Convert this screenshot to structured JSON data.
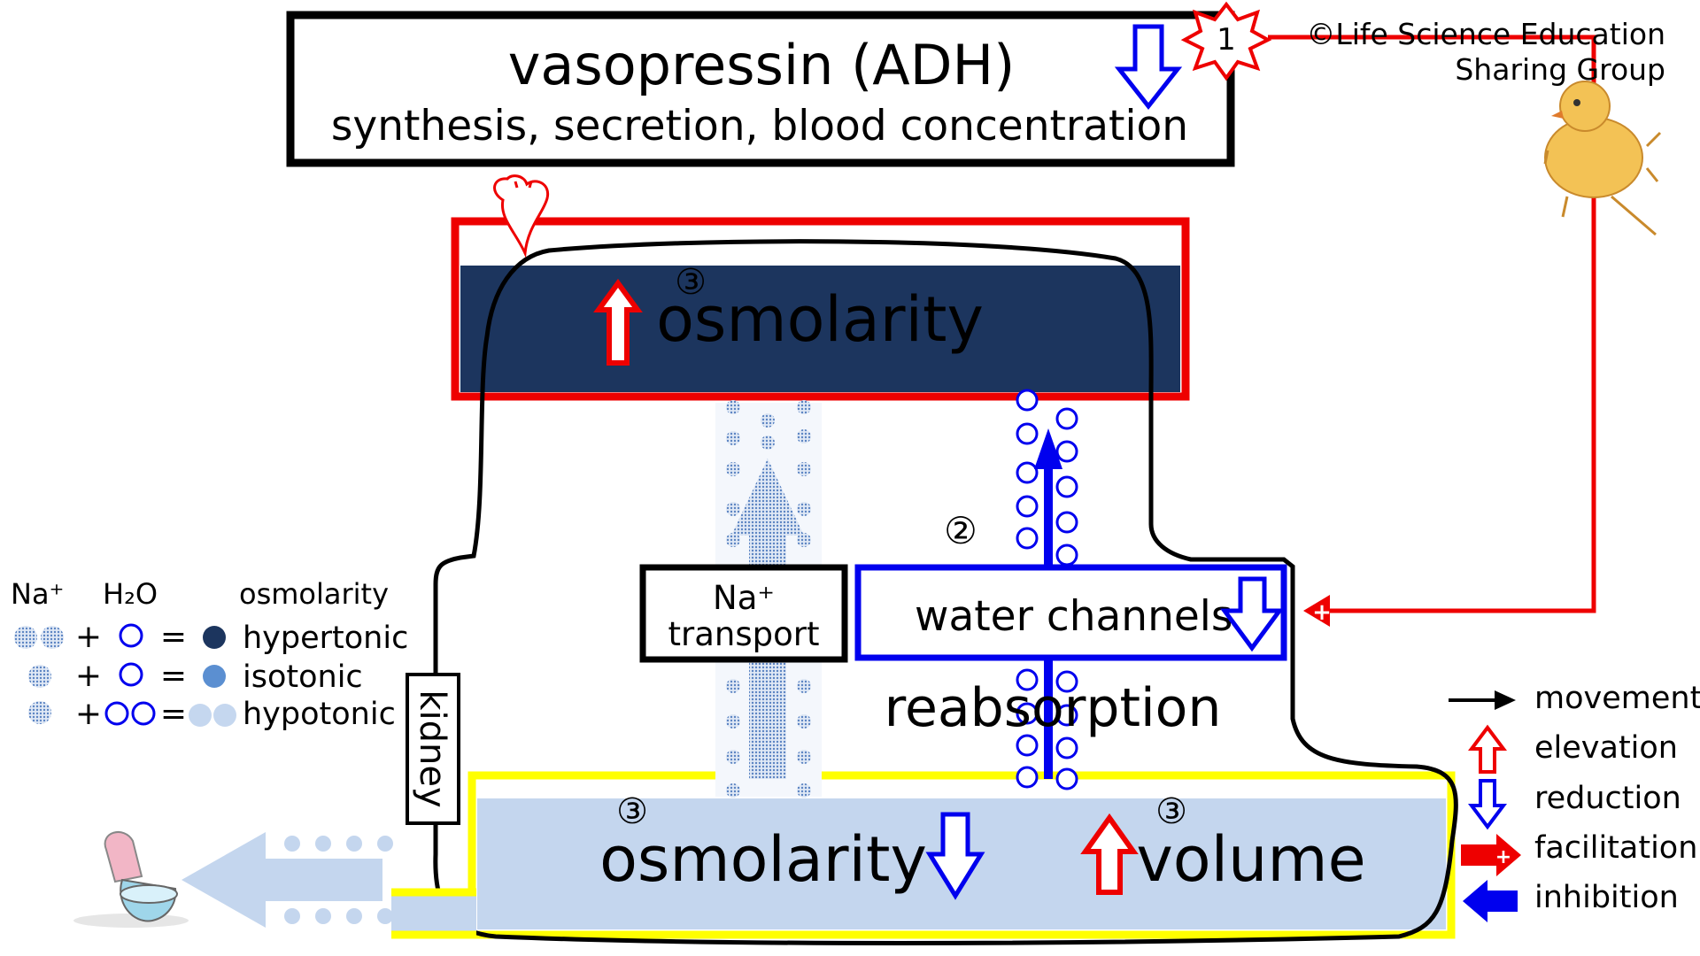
{
  "copyright": {
    "line1": "©Life Science Education",
    "line2": "Sharing Group"
  },
  "adh_box": {
    "title": "vasopressin (ADH)",
    "subtitle": "synthesis, secretion, blood concentration"
  },
  "starburst_label": "1",
  "blood": {
    "marker": "③",
    "label": "osmolarity"
  },
  "step2_marker": "②",
  "na_box": {
    "line1": "Na⁺",
    "line2": "transport"
  },
  "water_box": {
    "label": "water channels"
  },
  "reabsorption_label": "reabsorption",
  "kidney_label": "kidney",
  "urine": {
    "marker_left": "③",
    "osmolarity_label": "osmolarity",
    "marker_right": "③",
    "volume_label": "volume"
  },
  "solute_legend": {
    "headers": {
      "na": "Na⁺",
      "h2o": "H₂O",
      "osm": "osmolarity"
    },
    "plus": "+",
    "equals": "=",
    "rows": [
      {
        "label": "hypertonic"
      },
      {
        "label": "isotonic"
      },
      {
        "label": "hypotonic"
      }
    ]
  },
  "arrow_legend": {
    "items": [
      {
        "label": "movement"
      },
      {
        "label": "elevation"
      },
      {
        "label": "reduction"
      },
      {
        "label": "facilitation"
      },
      {
        "label": "inhibition"
      }
    ]
  },
  "colors": {
    "red": "#ee0000",
    "blue": "#0000ee",
    "navy": "#1c355e",
    "light_blue": "#c4d6ee",
    "yellow": "#ffff00",
    "na_dot": "#7fa0d0",
    "iso_dot": "#5b8fd1",
    "hypo_dot": "#c5d7ef"
  },
  "icons": [
    "heart-icon",
    "chick-illustration",
    "toilet-icon",
    "starburst-icon"
  ]
}
